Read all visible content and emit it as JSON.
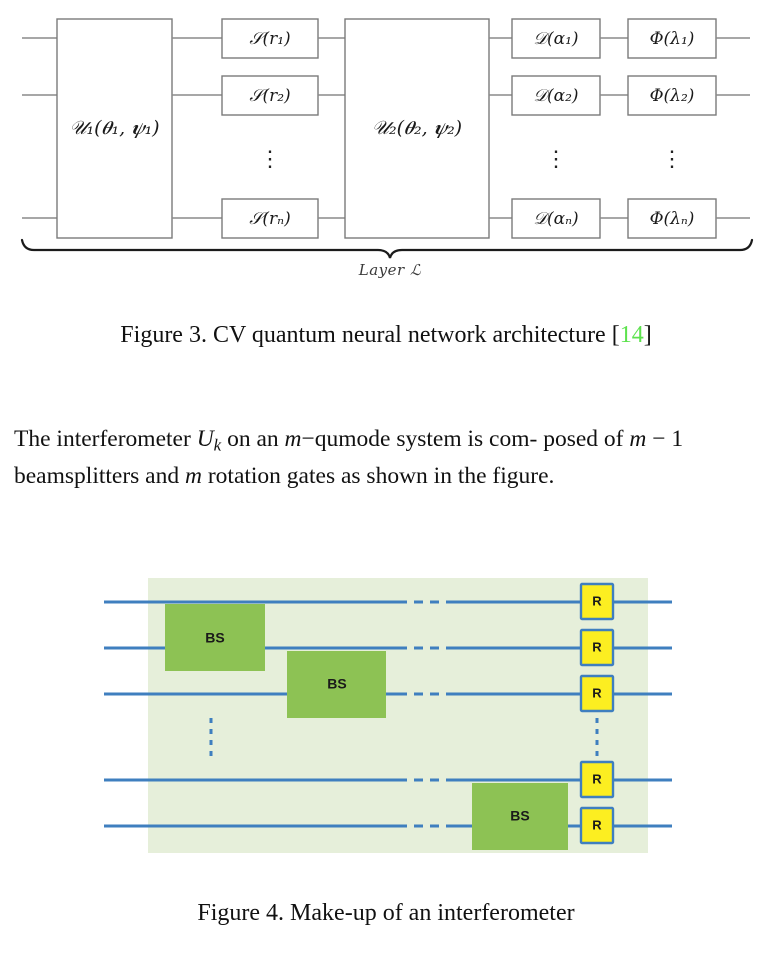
{
  "figure3": {
    "name": "cv-qnn-architecture-circuit",
    "unitary_gates": [
      {
        "label": "𝒰₁(𝜽₁, 𝝍₁)"
      },
      {
        "label": "𝒰₂(𝜽₂, 𝝍₂)"
      }
    ],
    "squeeze_gates": [
      {
        "label": "𝒮(r₁)"
      },
      {
        "label": "𝒮(r₂)"
      },
      {
        "label": "𝒮(rₙ)"
      }
    ],
    "displacement_gates": [
      {
        "label": "𝒟(α₁)"
      },
      {
        "label": "𝒟(α₂)"
      },
      {
        "label": "𝒟(αₙ)"
      }
    ],
    "nonlinear_gates": [
      {
        "label": "Φ(λ₁)"
      },
      {
        "label": "Φ(λ₂)"
      },
      {
        "label": "Φ(λₙ)"
      }
    ],
    "vertical_dots": "⋮",
    "brace_label": "Layer ℒ",
    "wire_count_shown": 3
  },
  "caption3": {
    "prefix": "Figure 3. CV quantum neural network architecture [",
    "citation": "14",
    "suffix": "]"
  },
  "paragraph": {
    "line1_a": "The interferometer ",
    "line1_u": "U",
    "line1_k": "k",
    "line1_b": " on an ",
    "line1_m": "m",
    "line1_c": "−qumode system is com-",
    "line2_a": "posed of ",
    "line2_m": "m",
    "line2_b": " − 1 beamsplitters and ",
    "line2_m2": "m",
    "line2_c": " rotation gates as shown",
    "line3": "in the figure."
  },
  "figure4": {
    "name": "interferometer-makeup",
    "panel_color": "#e6efda",
    "wire_color": "#3f7fbf",
    "bs_color": "#8dc254",
    "r_fill_color": "#fcee21",
    "beamsplitters": [
      {
        "label": "BS"
      },
      {
        "label": "BS"
      },
      {
        "label": "BS"
      }
    ],
    "rotation_gates": [
      {
        "label": "R"
      },
      {
        "label": "R"
      },
      {
        "label": "R"
      },
      {
        "label": "R"
      },
      {
        "label": "R"
      }
    ],
    "wire_count_shown": 5,
    "vertical_ellipsis_count": 2
  },
  "caption4": {
    "text": "Figure 4. Make-up of an interferometer"
  }
}
